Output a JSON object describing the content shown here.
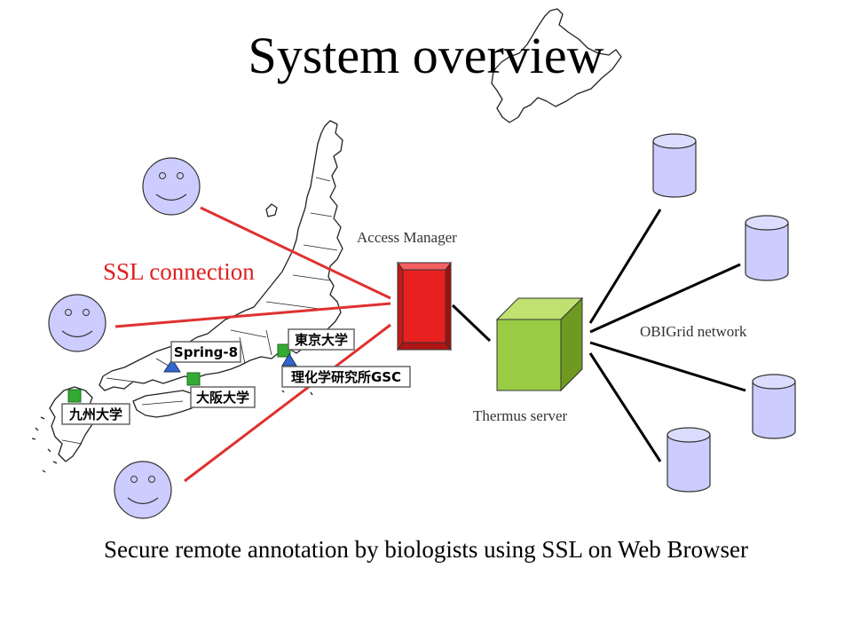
{
  "slide": {
    "title": "System overview",
    "caption": "Secure remote annotation by biologists using SSL on Web Browser"
  },
  "labels": {
    "access_manager": "Access Manager",
    "thermus_server": "Thermus server",
    "obigrid_network": "OBIGrid network",
    "ssl_connection": "SSL connection"
  },
  "map": {
    "sites": [
      {
        "id": "kyushu",
        "label": "九州大学",
        "marker": "square"
      },
      {
        "id": "osaka",
        "label": "大阪大学",
        "marker": "square"
      },
      {
        "id": "spring8",
        "label": "Spring-8",
        "marker": "triangle"
      },
      {
        "id": "tokyo",
        "label": "東京大学",
        "marker": "square"
      },
      {
        "id": "riken",
        "label": "理化学研究所GSC",
        "marker": "triangle"
      }
    ]
  },
  "colors": {
    "connection_line": "#e03030",
    "access_manager": "#e82020",
    "server": "#99cc44",
    "database": "#ccccff",
    "site_square": "#33aa33",
    "site_triangle": "#3366cc",
    "face": "#ccccff"
  },
  "icons": {
    "user": "smiley-face-icon",
    "database": "database-cylinder-icon",
    "server": "server-cube-icon",
    "access_manager": "access-manager-box-icon"
  }
}
